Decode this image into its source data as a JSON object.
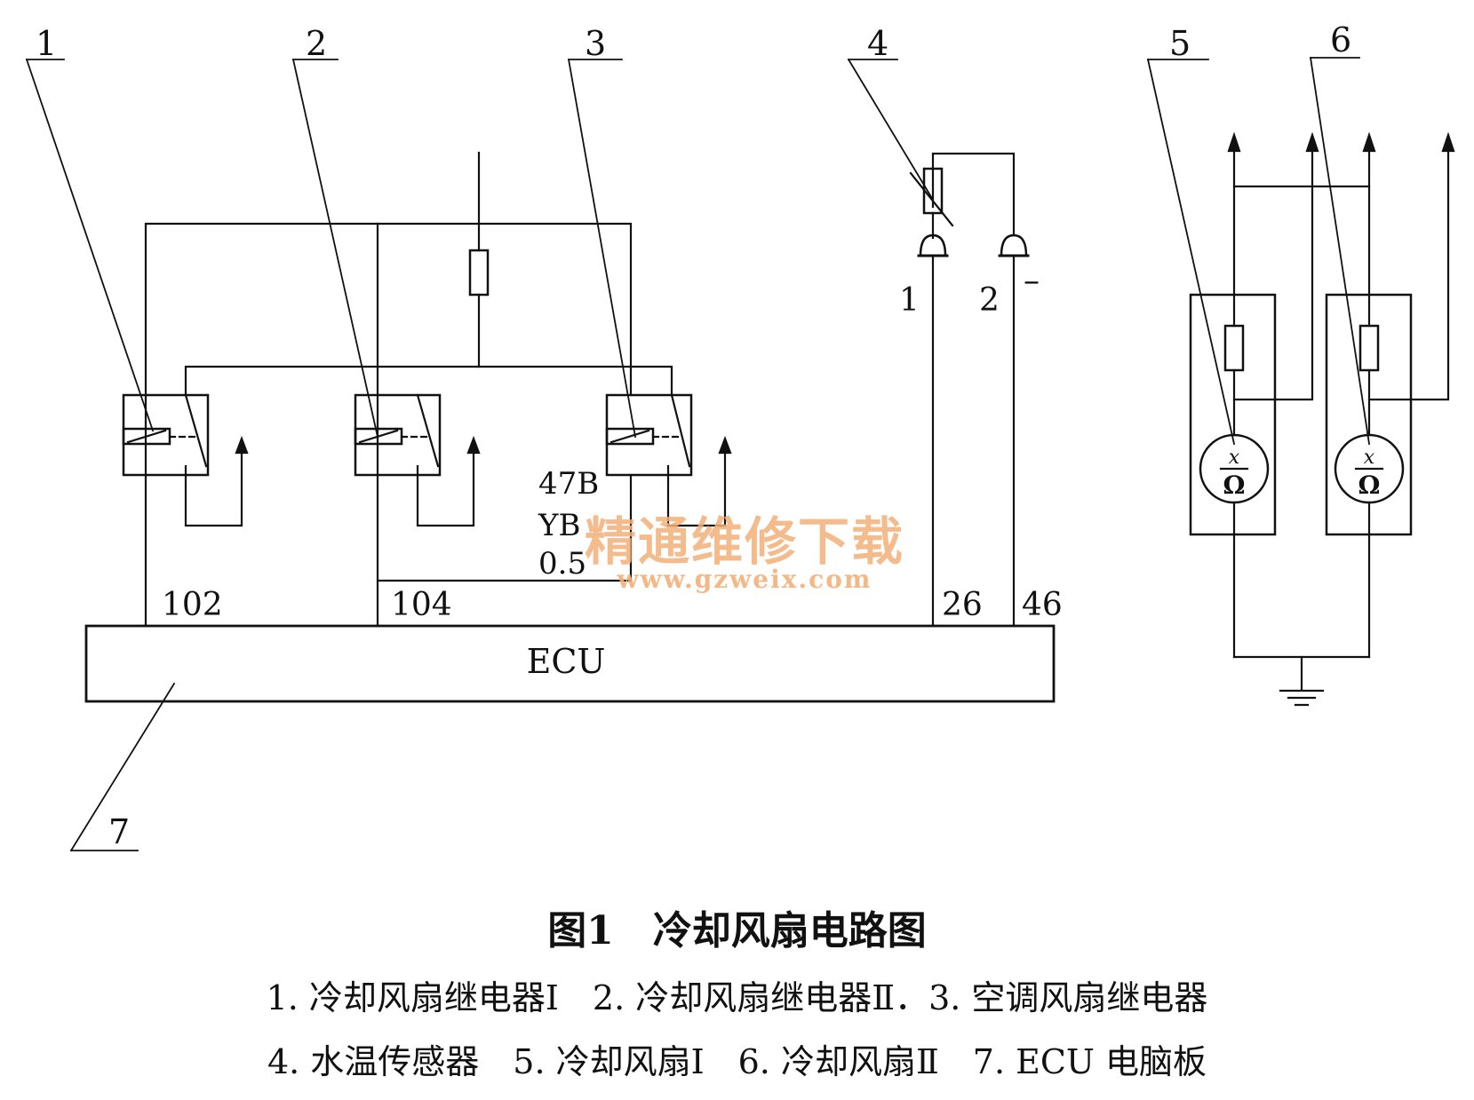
{
  "diagram": {
    "callouts": [
      "1",
      "2",
      "3",
      "4",
      "5",
      "6",
      "7"
    ],
    "ecu": {
      "label": "ECU"
    },
    "ecu_pins": [
      "102",
      "104",
      "26",
      "46"
    ],
    "wire_spec": {
      "code": "47B",
      "color": "YB",
      "gauge": "0.5"
    },
    "sensor_pins": {
      "pin1": "1",
      "pin2": "2",
      "polarity": "–"
    },
    "fan_symbol": {
      "top": "x",
      "bottom": "Ω"
    },
    "watermark": {
      "name": "精通维修下载",
      "url": "www.gzweix.com"
    }
  },
  "caption": {
    "title": "图1　冷却风扇电路图",
    "legend_line_1": "1. 冷却风扇继电器Ⅰ　2. 冷却风扇继电器Ⅱ．3. 空调风扇继电器",
    "legend_line_2": "4. 水温传感器　5. 冷却风扇Ⅰ　6. 冷却风扇Ⅱ　7. ECU 电脑板"
  }
}
